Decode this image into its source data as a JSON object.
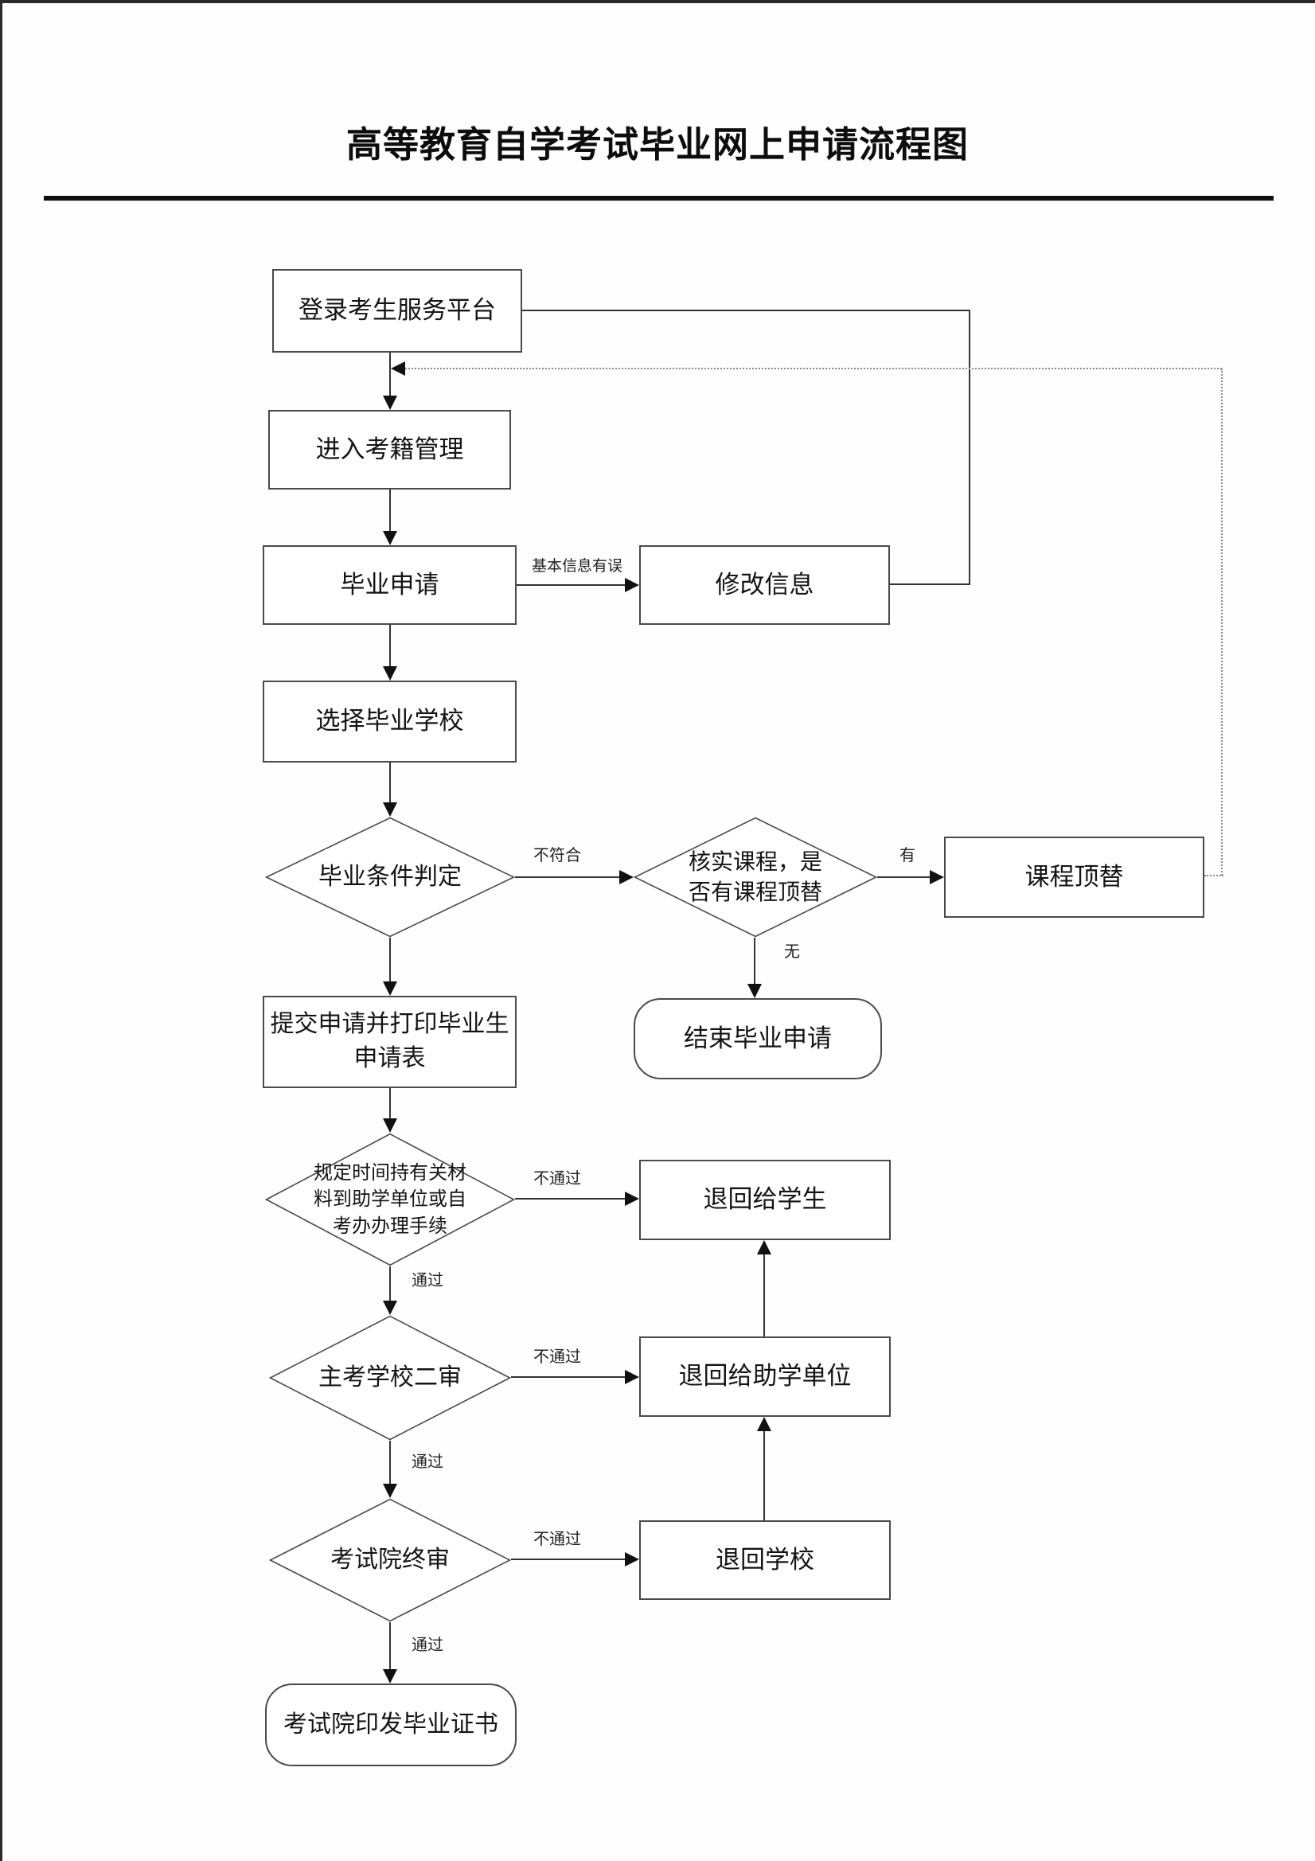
{
  "page": {
    "title": "高等教育自学考试毕业网上申请流程图"
  },
  "nodes": {
    "login": {
      "label": "登录考生服务平台"
    },
    "enter_mgmt": {
      "label": "进入考籍管理"
    },
    "grad_apply": {
      "label": "毕业申请"
    },
    "modify_info": {
      "label": "修改信息"
    },
    "select_school": {
      "label": "选择毕业学校"
    },
    "condition_check": {
      "label": "毕业条件判定"
    },
    "verify_course": {
      "label": "核实课程，是\n否有课程顶替"
    },
    "course_substitute": {
      "label": "课程顶替"
    },
    "end_apply": {
      "label": "结束毕业申请"
    },
    "submit_print": {
      "label": "提交申请并打印毕业生\n申请表"
    },
    "materials_procedure": {
      "label": "规定时间持有关材\n料到助学单位或自\n考办办理手续"
    },
    "return_student": {
      "label": "退回给学生"
    },
    "school_second_review": {
      "label": "主考学校二审"
    },
    "return_aid_unit": {
      "label": "退回给助学单位"
    },
    "institute_final_review": {
      "label": "考试院终审"
    },
    "return_school": {
      "label": "退回学校"
    },
    "issue_certificate": {
      "label": "考试院印发毕业证书"
    }
  },
  "edge_labels": {
    "info_error": "基本信息有误",
    "not_qualified": "不符合",
    "has": "有",
    "none": "无",
    "fail": "不通过",
    "pass": "通过"
  },
  "edges": [
    {
      "from": "login",
      "to": "enter_mgmt",
      "label": "",
      "style": "solid-arrow"
    },
    {
      "from": "enter_mgmt",
      "to": "grad_apply",
      "label": "",
      "style": "solid-arrow"
    },
    {
      "from": "grad_apply",
      "to": "modify_info",
      "label": "基本信息有误",
      "style": "solid-arrow"
    },
    {
      "from": "modify_info",
      "to": "login",
      "label": "",
      "style": "solid-line"
    },
    {
      "from": "grad_apply",
      "to": "select_school",
      "label": "",
      "style": "solid-arrow"
    },
    {
      "from": "select_school",
      "to": "condition_check",
      "label": "",
      "style": "solid-arrow"
    },
    {
      "from": "condition_check",
      "to": "verify_course",
      "label": "不符合",
      "style": "solid-arrow"
    },
    {
      "from": "verify_course",
      "to": "course_substitute",
      "label": "有",
      "style": "solid-arrow"
    },
    {
      "from": "course_substitute",
      "to": "flow-before-enter_mgmt",
      "label": "",
      "style": "dotted-arrow"
    },
    {
      "from": "verify_course",
      "to": "end_apply",
      "label": "无",
      "style": "solid-arrow"
    },
    {
      "from": "condition_check",
      "to": "submit_print",
      "label": "",
      "style": "solid-arrow"
    },
    {
      "from": "submit_print",
      "to": "materials_procedure",
      "label": "",
      "style": "solid-arrow"
    },
    {
      "from": "materials_procedure",
      "to": "return_student",
      "label": "不通过",
      "style": "solid-arrow"
    },
    {
      "from": "materials_procedure",
      "to": "school_second_review",
      "label": "通过",
      "style": "solid-arrow"
    },
    {
      "from": "school_second_review",
      "to": "return_aid_unit",
      "label": "不通过",
      "style": "solid-arrow"
    },
    {
      "from": "return_aid_unit",
      "to": "return_student",
      "label": "",
      "style": "solid-arrow"
    },
    {
      "from": "school_second_review",
      "to": "institute_final_review",
      "label": "通过",
      "style": "solid-arrow"
    },
    {
      "from": "institute_final_review",
      "to": "return_school",
      "label": "不通过",
      "style": "solid-arrow"
    },
    {
      "from": "return_school",
      "to": "return_aid_unit",
      "label": "",
      "style": "solid-arrow"
    },
    {
      "from": "institute_final_review",
      "to": "issue_certificate",
      "label": "通过",
      "style": "solid-arrow"
    }
  ],
  "colors": {
    "line": "#333333",
    "border": "#4a4a4a",
    "arrow": "#111111",
    "dotted": "#8a8a8a",
    "rule": "#101010",
    "text": "#141414"
  }
}
